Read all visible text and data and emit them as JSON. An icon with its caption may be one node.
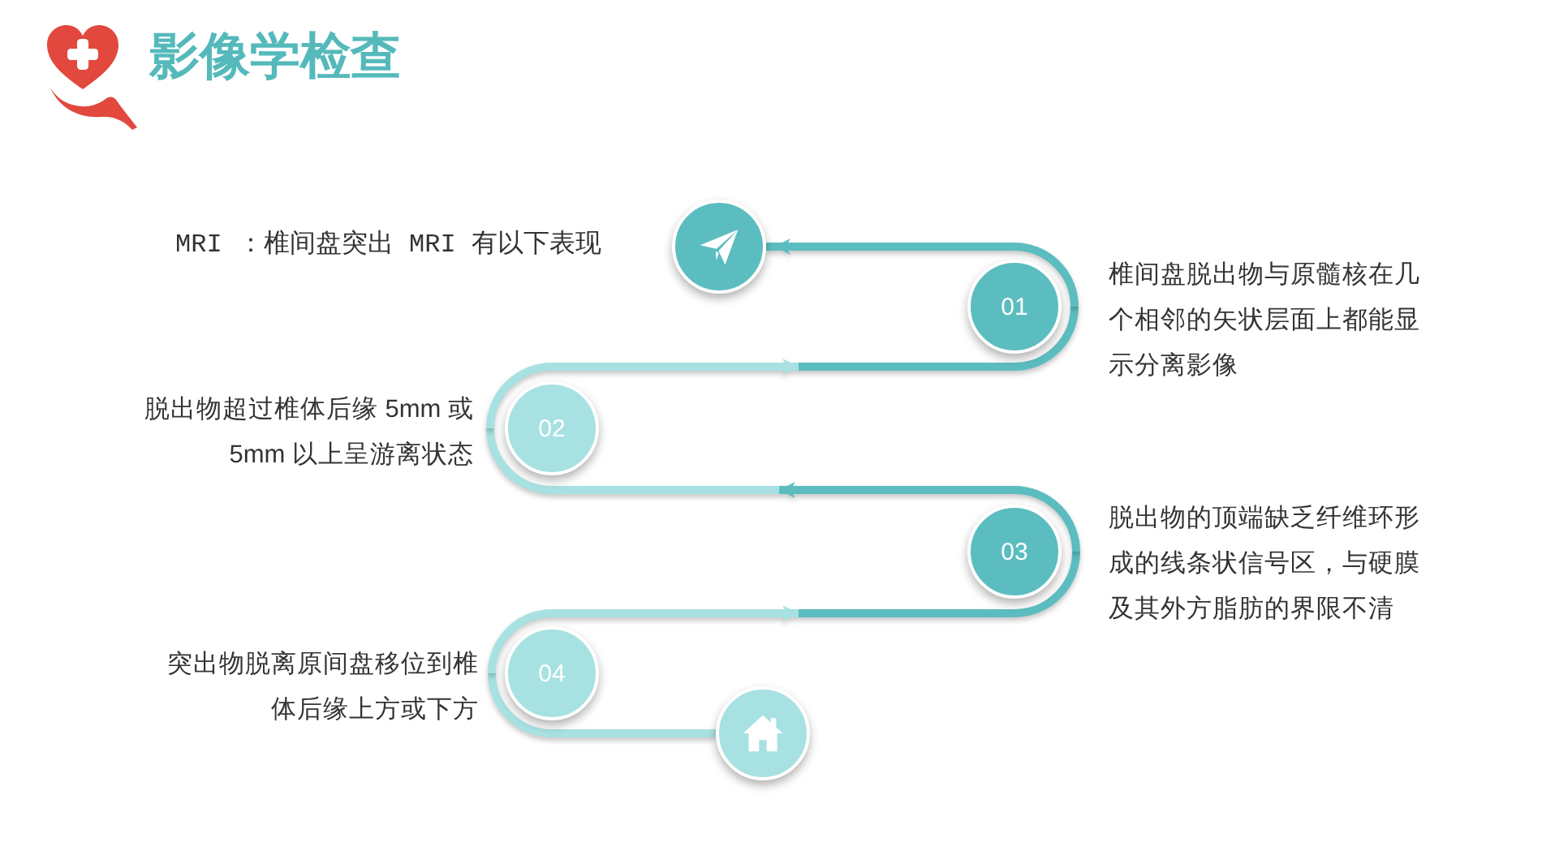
{
  "diagram": {
    "title": "影像学检查",
    "nodes": [
      {
        "text": [],
        "shape": "circle",
        "beside": [
          "MRI ：椎间盘突出 MRI 有以下表现"
        ]
      },
      {
        "text": [
          "01"
        ],
        "beside": [
          "椎间盘脱出物与原髓核在几个相邻的矢状层面上都能显示分离影像"
        ]
      },
      {
        "text": [
          "02"
        ],
        "beside": [
          "脱出物超过椎体后缘 5mm 或 5mm 以上呈游离状态"
        ]
      },
      {
        "text": [
          "03"
        ],
        "beside": [
          "脱出物的顶端缺乏纤维环形成的线条状信号区，与硬膜及其外方脂肪的界限不清"
        ]
      },
      {
        "text": [
          "04"
        ],
        "beside": [
          "突出物脱离原间盘移位到椎体后缘上方或下方"
        ]
      },
      {
        "text": [],
        "shape": "circle"
      }
    ],
    "edges": [
      {
        "from": 5,
        "to": 4,
        "arrow": "none"
      },
      {
        "from": 4,
        "to": 3,
        "arrow": "to"
      },
      {
        "from": 3,
        "to": 2,
        "arrow": "to"
      },
      {
        "from": 2,
        "to": 1,
        "arrow": "to"
      },
      {
        "from": 1,
        "to": 0,
        "arrow": "to"
      }
    ]
  }
}
